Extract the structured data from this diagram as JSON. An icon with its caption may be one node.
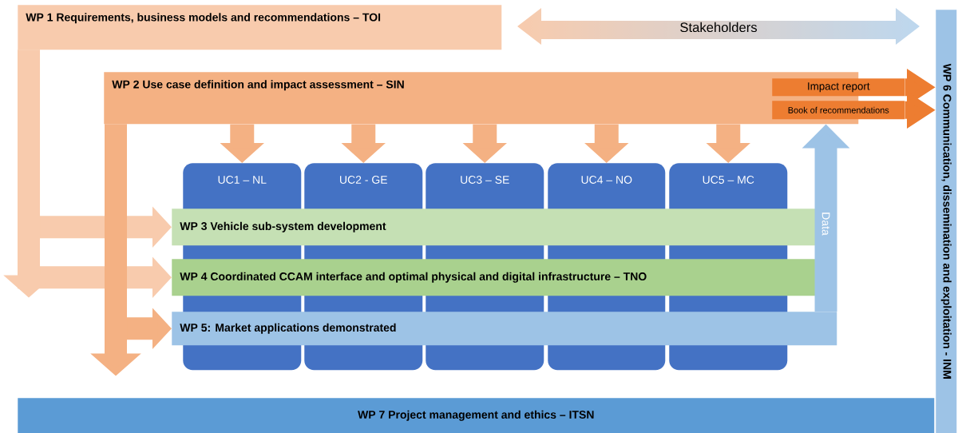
{
  "diagram": {
    "nodes": [
      {
        "text": [
          "WP 1 Requirements, business models and recommendations – TOI"
        ]
      },
      {
        "text": [
          "Stakeholders"
        ]
      },
      {
        "text": [
          "WP 2 Use case definition and impact assessment – SIN"
        ]
      },
      {
        "text": [
          "Impact report"
        ]
      },
      {
        "text": [
          "Book of recommendations"
        ]
      },
      {
        "text": [
          "UC1 – NL"
        ]
      },
      {
        "text": [
          "UC2 - GE"
        ]
      },
      {
        "text": [
          "UC3 – SE"
        ]
      },
      {
        "text": [
          "UC4 – NO"
        ]
      },
      {
        "text": [
          "UC5 – MC"
        ]
      },
      {
        "text": [
          "WP 3 Vehicle sub-system development"
        ]
      },
      {
        "text": [
          "WP 4 Coordinated CCAM interface and optimal physical and digital infrastructure – TNO"
        ]
      },
      {
        "text": [
          "WP 5: Market applications demonstrated"
        ]
      },
      {
        "text": [
          "WP 6 Communication, dissemination and exploitation - INM"
        ]
      },
      {
        "text": [
          "WP 7 Project management and ethics – ITSN"
        ]
      }
    ],
    "edges": [
      {
        "from": 0,
        "to": 10,
        "arrow": "to",
        "color": "#f8cbad"
      },
      {
        "from": 0,
        "to": 11,
        "arrow": "to",
        "color": "#f8cbad"
      },
      {
        "from": 0,
        "to": null,
        "arrow": "to",
        "color": "#f8cbad"
      },
      {
        "from": 2,
        "to": 5,
        "arrow": "to"
      },
      {
        "from": 2,
        "to": 6,
        "arrow": "to"
      },
      {
        "from": 2,
        "to": 7,
        "arrow": "to"
      },
      {
        "from": 2,
        "to": 8,
        "arrow": "to"
      },
      {
        "from": 2,
        "to": 9,
        "arrow": "to"
      },
      {
        "from": 2,
        "to": 12,
        "arrow": "to"
      },
      {
        "from": 2,
        "to": null,
        "arrow": "to"
      },
      {
        "from": 12,
        "to": 2,
        "arrow": "to",
        "label": "Data",
        "color": "#9dc3e6"
      },
      {
        "from": 3,
        "to": 13,
        "arrow": "to",
        "color": "#ed7d31"
      },
      {
        "from": 4,
        "to": 13,
        "arrow": "to",
        "color": "#ed7d31"
      }
    ]
  }
}
